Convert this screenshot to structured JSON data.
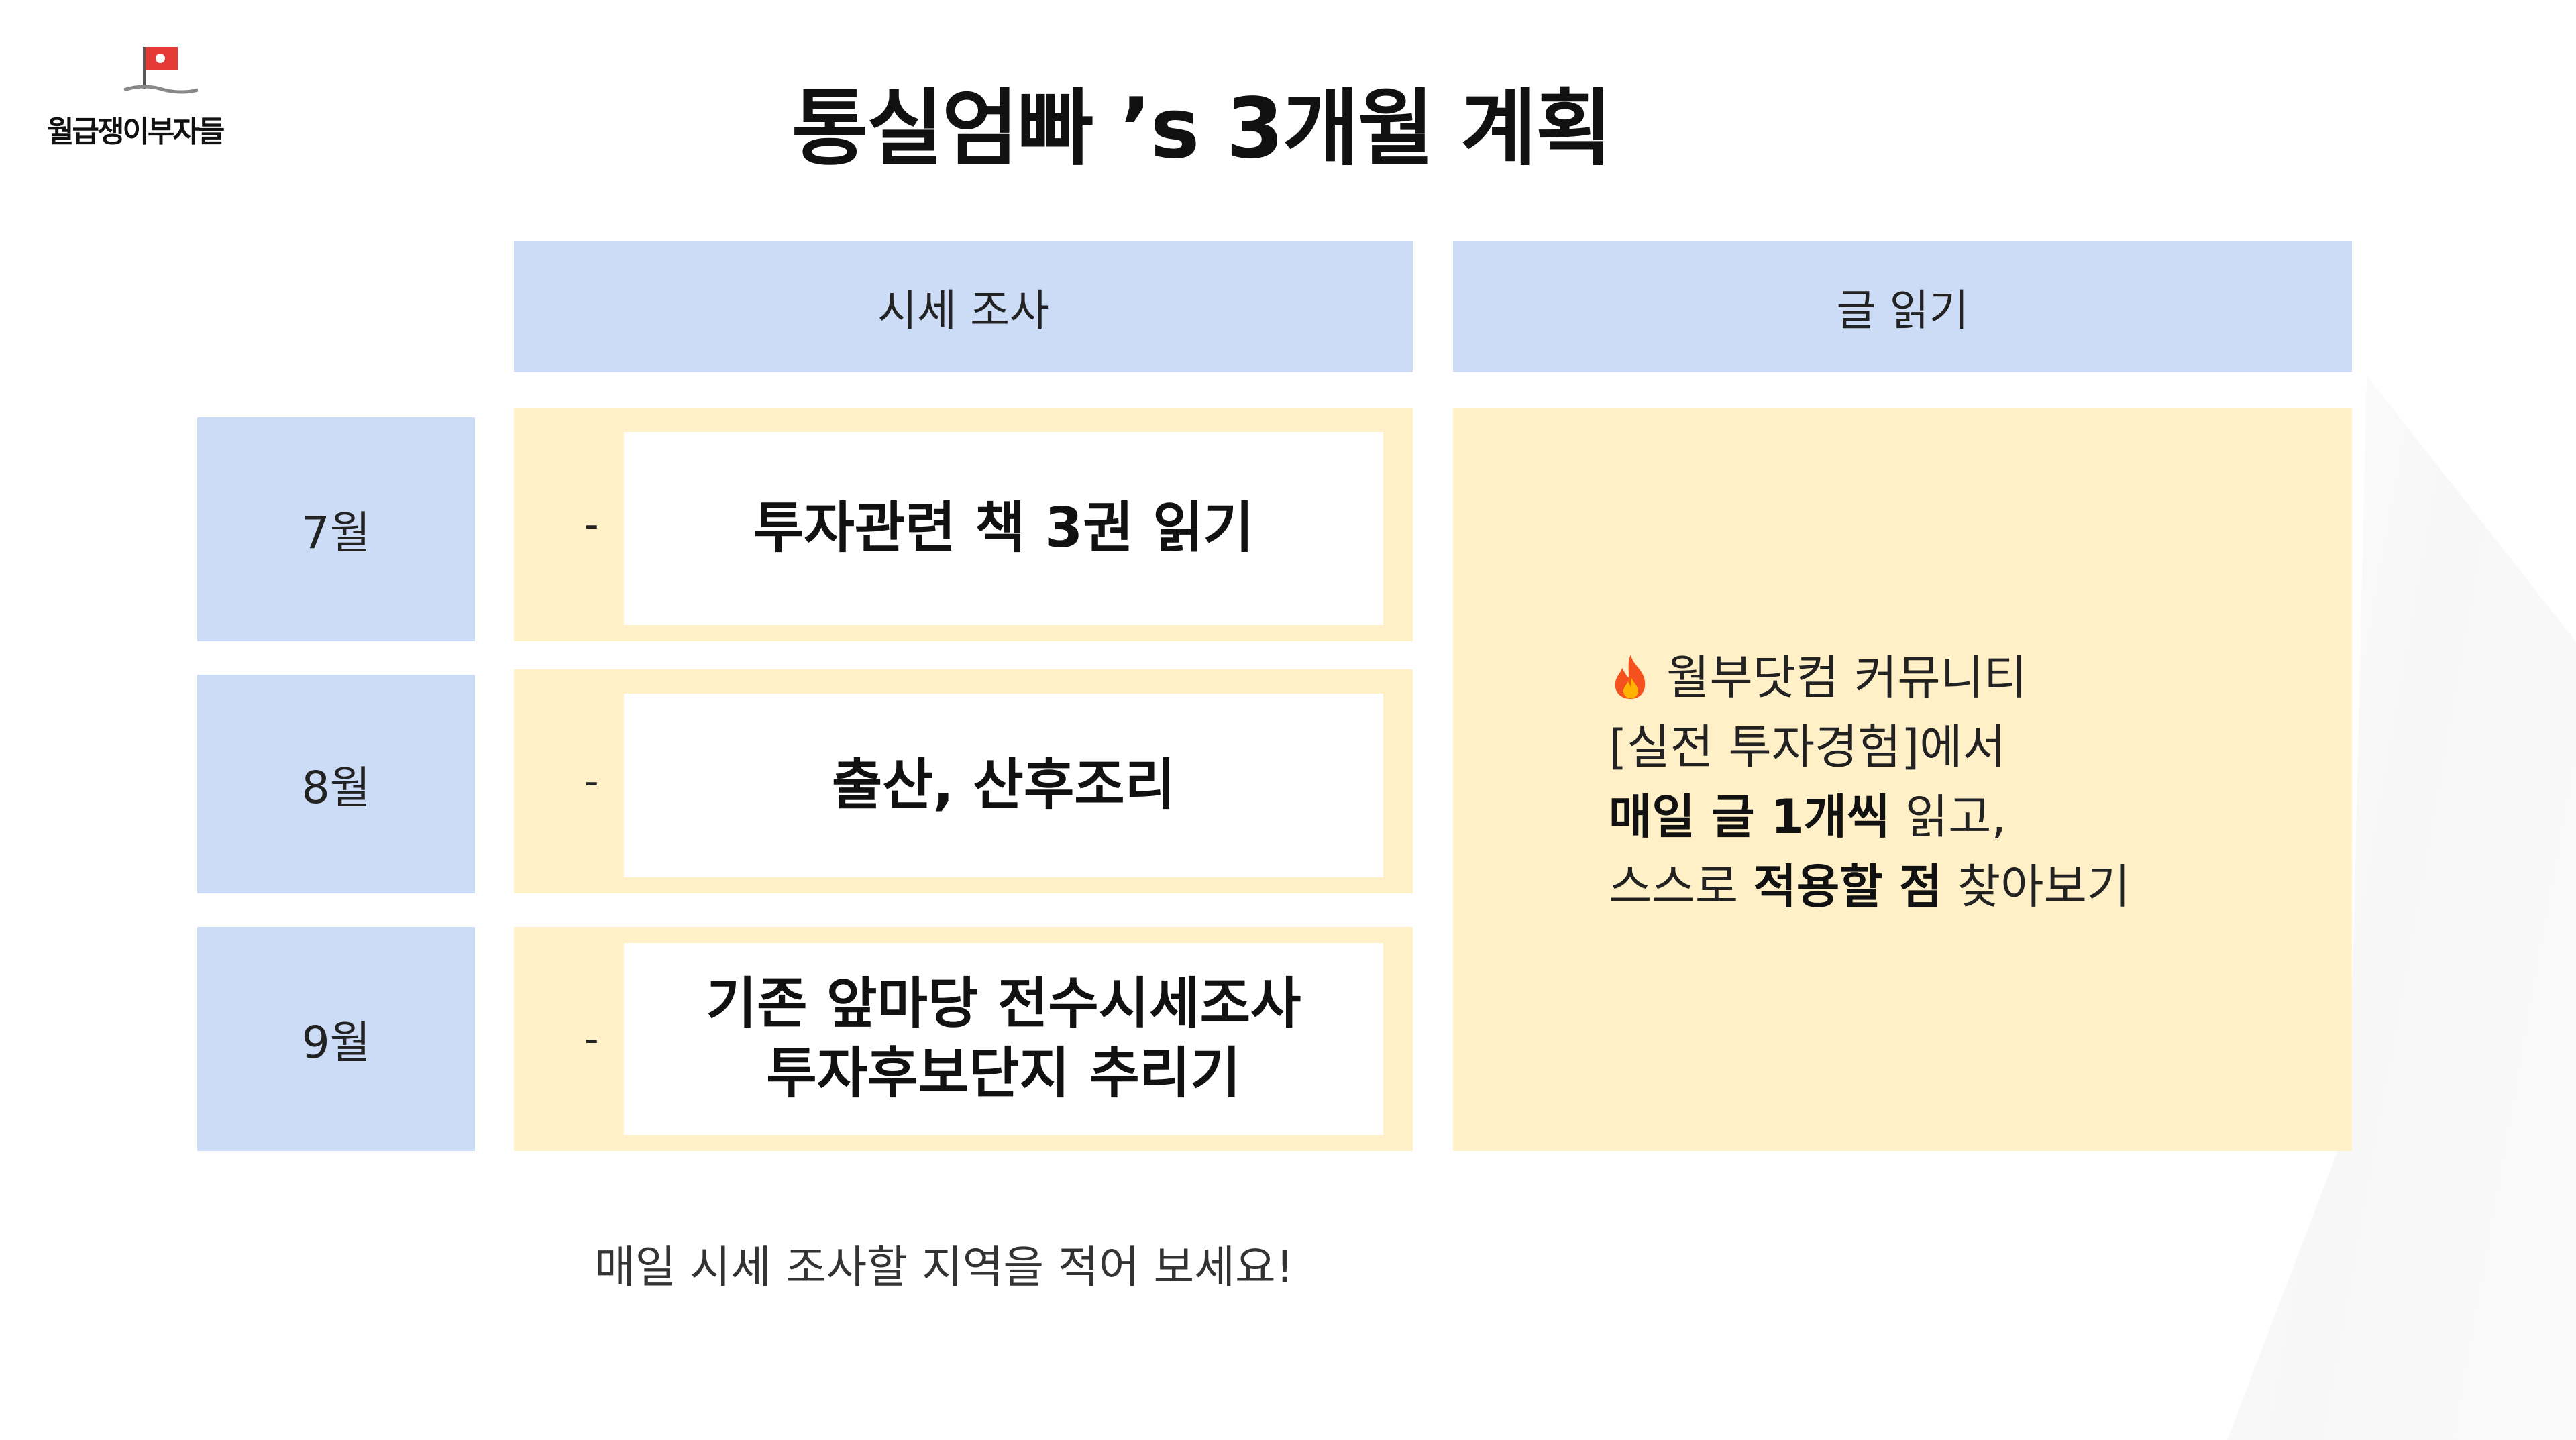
{
  "logo": {
    "text": "월급쟁이부자들",
    "flag_color": "#e53935"
  },
  "title": "통실엄빠 ’s 3개월 계획",
  "headers": {
    "price_survey": "시세 조사",
    "reading": "글 읽기"
  },
  "months": [
    {
      "label": "7월",
      "dash": "-",
      "tasks": [
        "투자관련 책 3권 읽기"
      ]
    },
    {
      "label": "8월",
      "dash": "-",
      "tasks": [
        "출산, 산후조리"
      ]
    },
    {
      "label": "9월",
      "dash": "-",
      "tasks": [
        "기존 앞마당 전수시세조사",
        "투자후보단지 추리기"
      ]
    }
  ],
  "reading_plan": {
    "icon": "fire-icon",
    "line1": "월부닷컴 커뮤니티",
    "line2": "[실전 투자경험]에서",
    "line3_bold": "매일 글 1개씩",
    "line3_rest": " 읽고,",
    "line4_pre": "스스로 ",
    "line4_bold": "적용할 점",
    "line4_rest": " 찾아보기"
  },
  "footer": "매일 시세 조사할 지역을 적어 보세요!",
  "colors": {
    "header_blue": "#cddcf6",
    "cell_yellow": "#fff0c8",
    "accent_red": "#e53935"
  }
}
